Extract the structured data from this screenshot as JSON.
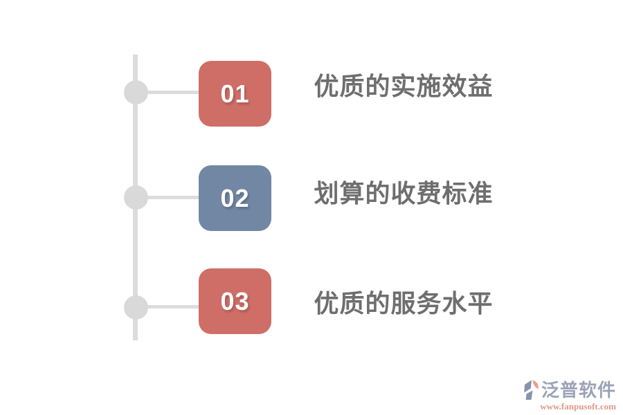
{
  "styles": {
    "background": "#ffffff",
    "accent_red": "#ce6e67",
    "accent_blue": "#7287a3",
    "label_color": "#6e6e6e"
  },
  "timeline": {
    "line_color": "#dcdcdc",
    "node_color": "#d9d9d9"
  },
  "items": [
    {
      "number": "01",
      "label": "优质的实施效益",
      "badge_color": "#ce6e67"
    },
    {
      "number": "02",
      "label": "划算的收费标准",
      "badge_color": "#7287a3"
    },
    {
      "number": "03",
      "label": "优质的服务水平",
      "badge_color": "#ce6e67"
    }
  ],
  "watermark": {
    "brand": "泛普软件",
    "url": "www.fanpusoft.com",
    "brand_color": "#9aa2b6",
    "url_color": "#df9a87",
    "icon": "fanpu-logo-icon",
    "icon_colors": {
      "sail": "#8a93ab",
      "leaf": "#e8a18c"
    }
  }
}
